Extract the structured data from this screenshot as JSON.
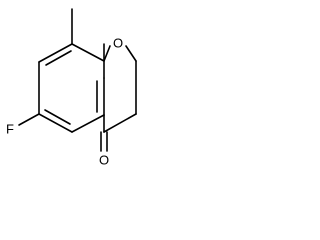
{
  "molecule": {
    "atoms": {
      "ring_oxygen": "O",
      "carbonyl_oxygen": "O",
      "fluorine": "F"
    },
    "colors": {
      "bond": "#000000",
      "label": "#000000",
      "background": "#ffffff"
    }
  }
}
